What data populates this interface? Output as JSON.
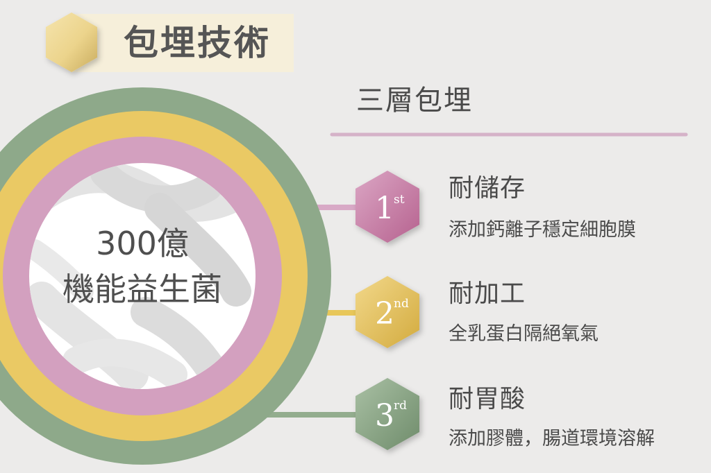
{
  "header": {
    "title": "包埋技術",
    "icon": "hexagon-icon"
  },
  "subtitle": "三層包埋",
  "center": {
    "line1": "300億",
    "line2": "機能益生菌"
  },
  "layers": [
    {
      "num": "1",
      "sup": "st",
      "title": "耐儲存",
      "desc": "添加鈣離子穩定細胞膜",
      "color": "#d291b6"
    },
    {
      "num": "2",
      "sup": "nd",
      "title": "耐加工",
      "desc": "全乳蛋白隔絕氧氣",
      "color": "#e8c75a"
    },
    {
      "num": "3",
      "sup": "rd",
      "title": "耐胃酸",
      "desc": "添加膠體，腸道環境溶解",
      "color": "#93ad8e"
    }
  ],
  "colors": {
    "background": "#ecebea",
    "title_bar": "#f6efda",
    "divider": "#d5b2c8",
    "ring_outer": "#8ea98a",
    "ring_middle": "#eac964",
    "ring_inner": "#d3a0bf",
    "core": "#ffffff"
  }
}
